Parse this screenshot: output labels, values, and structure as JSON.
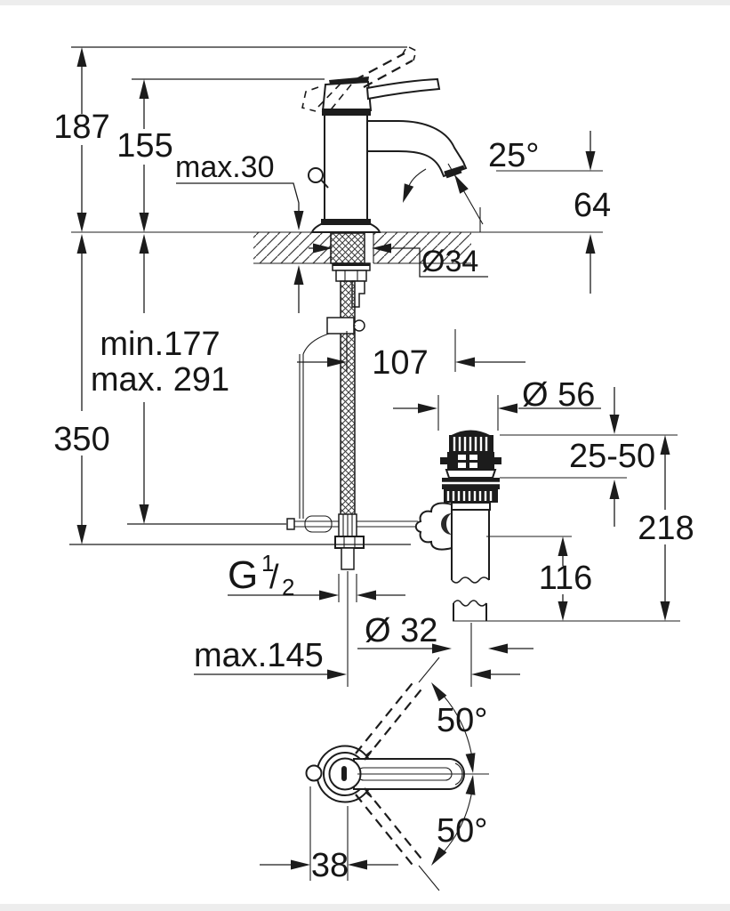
{
  "drawing": {
    "type": "technical-dimension-diagram",
    "subject": "single-lever basin mixer with pop-up waste set",
    "line_color": "#1c1c1c",
    "background_color": "#ffffff",
    "labels": {
      "overall_height": "187",
      "body_height": "155",
      "deck_max_thickness": "max.30",
      "spout_angle": "25°",
      "spout_outlet_height": "64",
      "mounting_hole_diameter": "Ø34",
      "hose_min": "min.177",
      "hose_max": "max. 291",
      "hose_length": "350",
      "spout_to_waste_distance": "107",
      "waste_flange_diameter": "Ø 56",
      "basin_thickness_range": "25-50",
      "waste_overall_height": "218",
      "tailpipe_length": "116",
      "thread_g": "G",
      "thread_num": "1",
      "thread_slash": "/",
      "thread_den": "2",
      "waste_pipe_diameter": "Ø 32",
      "rod_max_reach": "max.145",
      "handle_swing_upper": "50°",
      "handle_swing_lower": "50°",
      "rod_offset": "38"
    }
  }
}
